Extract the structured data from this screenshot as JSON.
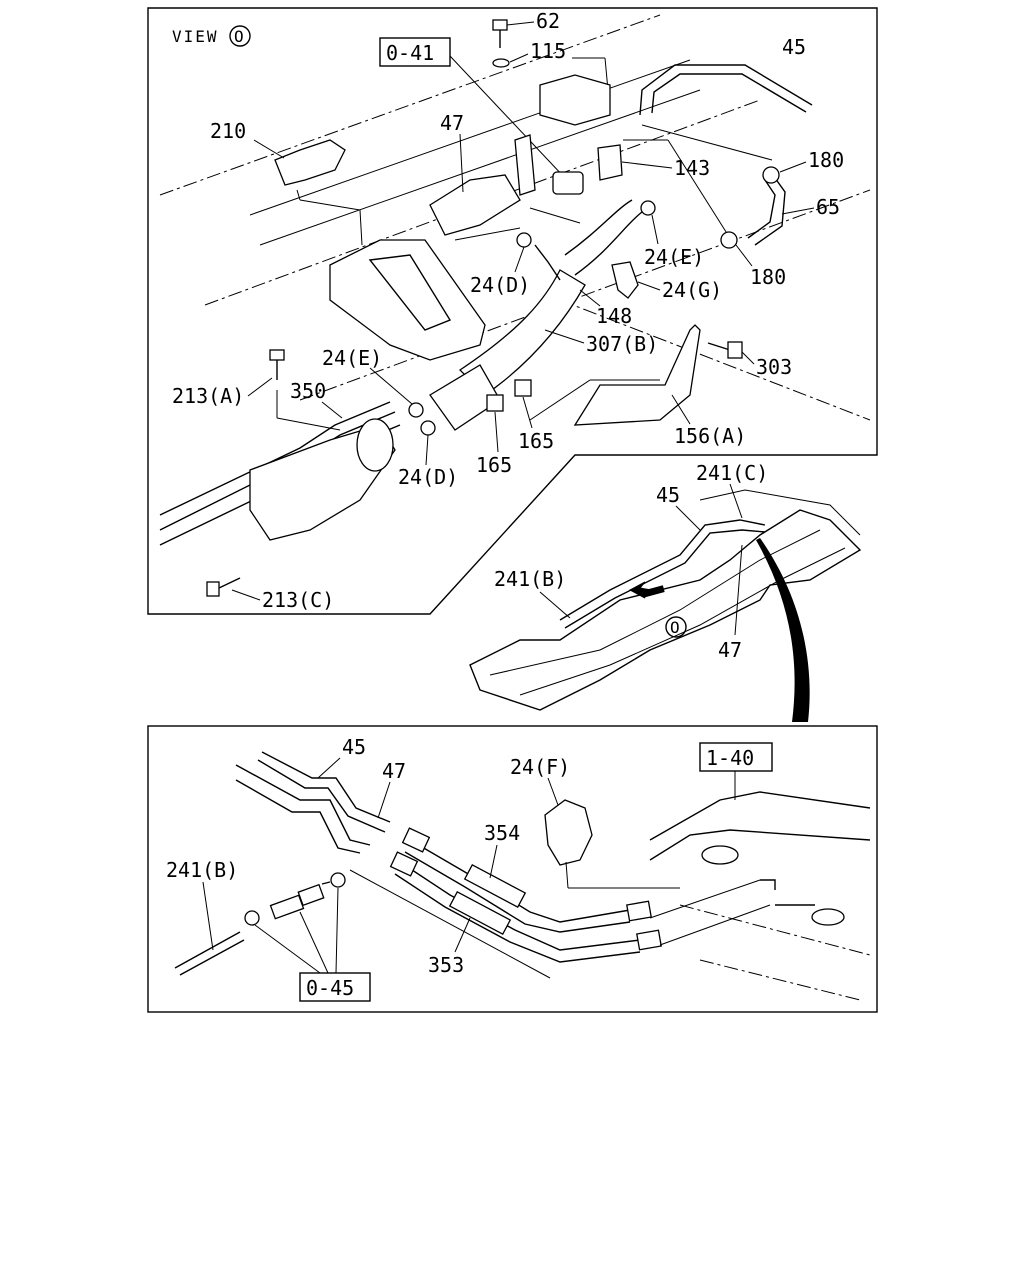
{
  "view_label": "VIEW",
  "view_marker": "O",
  "ref_boxes": {
    "top": "0-41",
    "bottom_right": "1-40",
    "bottom_left": "0-45"
  },
  "top_panel": {
    "labels": {
      "p62": "62",
      "p115": "115",
      "p45": "45",
      "p210": "210",
      "p47": "47",
      "p143": "143",
      "p180a": "180",
      "p65": "65",
      "p24e_a": "24(E)",
      "p180b": "180",
      "p24d_a": "24(D)",
      "p24g": "24(G)",
      "p148": "148",
      "p307b": "307(B)",
      "p303": "303",
      "p24e_b": "24(E)",
      "p213a": "213(A)",
      "p350": "350",
      "p165a": "165",
      "p165b": "165",
      "p156a": "156(A)",
      "p24d_b": "24(D)",
      "p213c": "213(C)"
    }
  },
  "frame_inset": {
    "labels": {
      "p241c": "241(C)",
      "p45": "45",
      "p241b": "241(B)",
      "p47": "47"
    },
    "view_marker": "O"
  },
  "bottom_panel": {
    "labels": {
      "p45": "45",
      "p47": "47",
      "p24f": "24(F)",
      "p354": "354",
      "p241b": "241(B)",
      "p353": "353"
    }
  }
}
